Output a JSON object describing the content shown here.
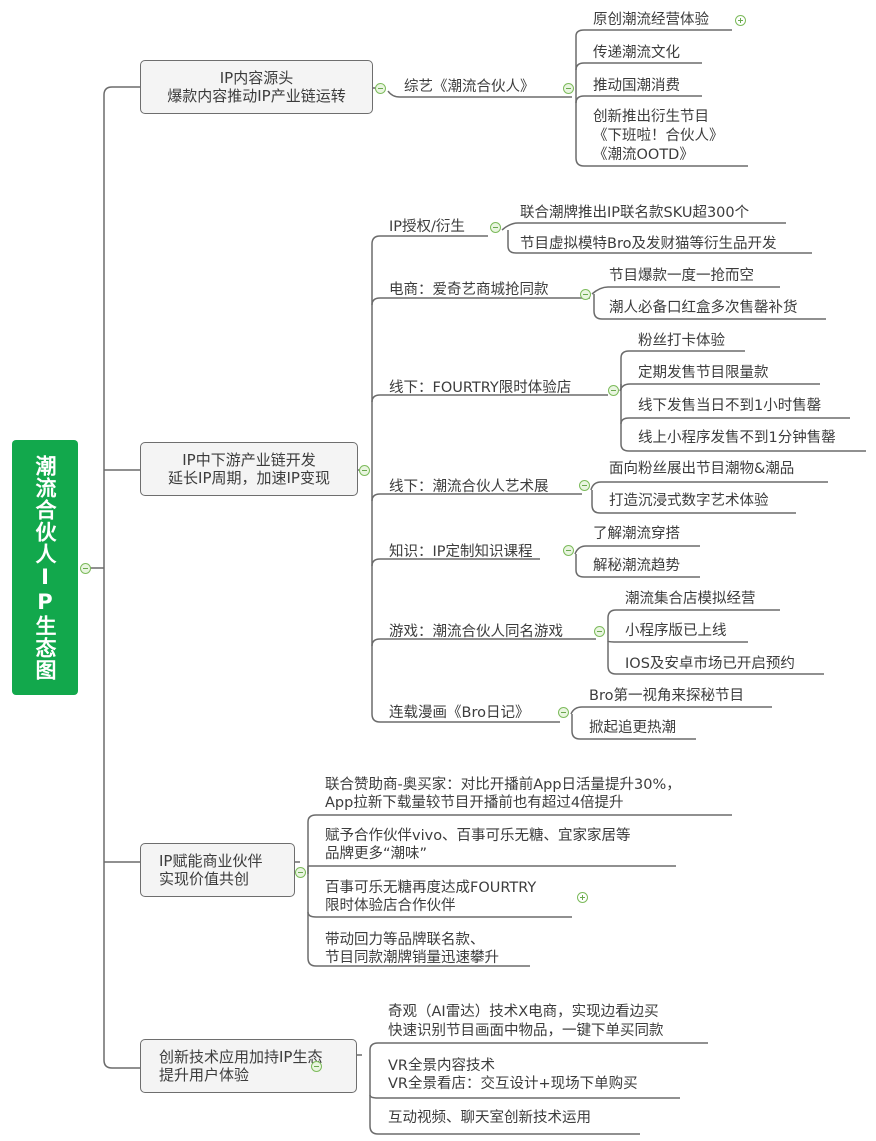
{
  "root": {
    "label": "潮流合伙人IP生态图",
    "color": "#12a84c"
  },
  "branches": [
    {
      "label_lines": [
        "IP内容源头",
        "爆款内容推动IP产业链运转"
      ],
      "children": [
        {
          "label": "综艺《潮流合伙人》",
          "children": [
            {
              "lines": [
                "原创潮流经营体验"
              ],
              "collapsed": true
            },
            {
              "lines": [
                "传递潮流文化"
              ]
            },
            {
              "lines": [
                "推动国潮消费"
              ]
            },
            {
              "lines": [
                "创新推出衍生节目",
                "《下班啦！合伙人》",
                "《潮流OOTD》"
              ]
            }
          ]
        }
      ]
    },
    {
      "label_lines": [
        "IP中下游产业链开发",
        "延长IP周期，加速IP变现"
      ],
      "children": [
        {
          "label": "IP授权/衍生",
          "children": [
            {
              "lines": [
                "联合潮牌推出IP联名款SKU超300个"
              ]
            },
            {
              "lines": [
                "节目虚拟模特Bro及发财猫等衍生品开发"
              ]
            }
          ]
        },
        {
          "label": "电商：爱奇艺商城抢同款",
          "children": [
            {
              "lines": [
                "节目爆款一度一抢而空"
              ]
            },
            {
              "lines": [
                "潮人必备口红盒多次售罄补货"
              ]
            }
          ]
        },
        {
          "label": "线下：FOURTRY限时体验店",
          "children": [
            {
              "lines": [
                "粉丝打卡体验"
              ]
            },
            {
              "lines": [
                "定期发售节目限量款"
              ]
            },
            {
              "lines": [
                "线下发售当日不到1小时售罄"
              ]
            },
            {
              "lines": [
                "线上小程序发售不到1分钟售罄"
              ]
            }
          ]
        },
        {
          "label": "线下：潮流合伙人艺术展",
          "children": [
            {
              "lines": [
                "面向粉丝展出节目潮物&潮品"
              ]
            },
            {
              "lines": [
                "打造沉浸式数字艺术体验"
              ]
            }
          ]
        },
        {
          "label": "知识：IP定制知识课程",
          "children": [
            {
              "lines": [
                "了解潮流穿搭"
              ]
            },
            {
              "lines": [
                "解秘潮流趋势"
              ]
            }
          ]
        },
        {
          "label": "游戏：潮流合伙人同名游戏",
          "children": [
            {
              "lines": [
                "潮流集合店模拟经营"
              ]
            },
            {
              "lines": [
                "小程序版已上线"
              ]
            },
            {
              "lines": [
                "IOS及安卓市场已开启预约"
              ]
            }
          ]
        },
        {
          "label": "连载漫画《Bro日记》",
          "children": [
            {
              "lines": [
                "Bro第一视角来探秘节目"
              ]
            },
            {
              "lines": [
                "掀起追更热潮"
              ]
            }
          ]
        }
      ]
    },
    {
      "label_lines": [
        "IP赋能商业伙伴",
        "实现价值共创"
      ],
      "children": [
        {
          "lines": [
            "联合赞助商-奥买家：对比开播前App日活量提升30%，",
            "App拉新下载量较节目开播前也有超过4倍提升"
          ]
        },
        {
          "lines": [
            "赋予合作伙伴vivo、百事可乐无糖、宜家家居等",
            "品牌更多“潮味”"
          ]
        },
        {
          "lines": [
            "百事可乐无糖再度达成FOURTRY",
            "限时体验店合作伙伴"
          ],
          "collapsed": true
        },
        {
          "lines": [
            "带动回力等品牌联名款、",
            "节目同款潮牌销量迅速攀升"
          ]
        }
      ]
    },
    {
      "label_lines": [
        "创新技术应用加持IP生态",
        "提升用户体验"
      ],
      "children": [
        {
          "lines": [
            "奇观（AI雷达）技术X电商，实现边看边买",
            "快速识别节目画面中物品，一键下单买同款"
          ]
        },
        {
          "lines": [
            "VR全景内容技术",
            "VR全景看店：交互设计+现场下单购买"
          ]
        },
        {
          "lines": [
            "互动视频、聊天室创新技术运用"
          ]
        }
      ]
    }
  ]
}
